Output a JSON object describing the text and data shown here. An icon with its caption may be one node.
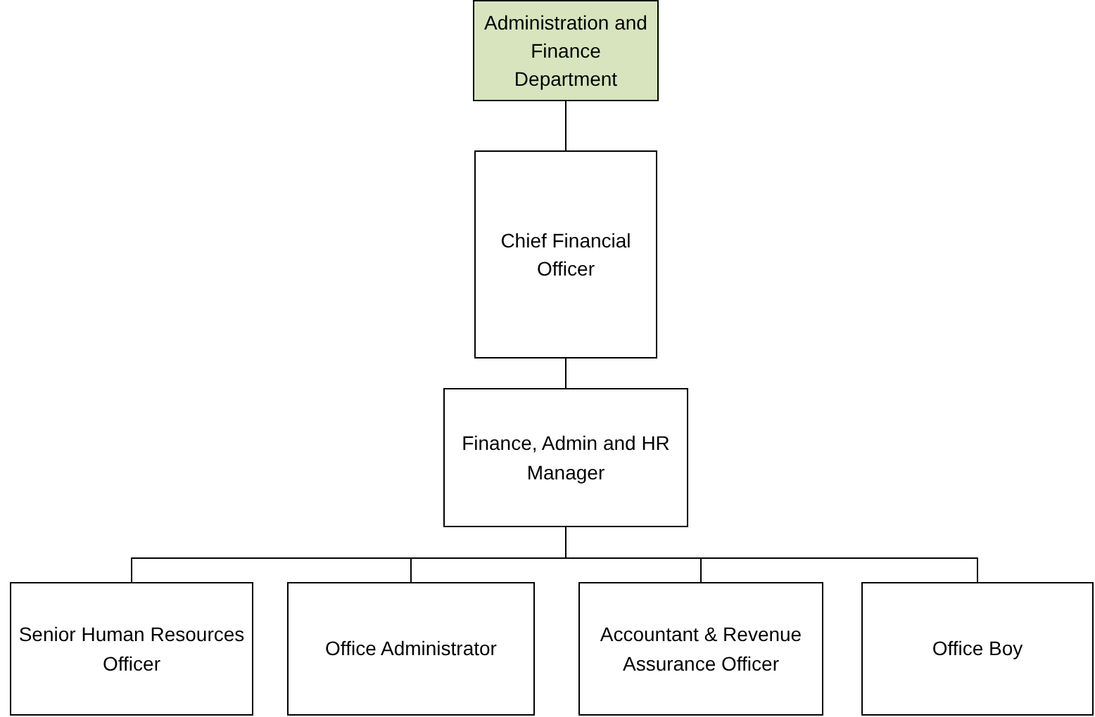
{
  "diagram": {
    "nodes": [
      {
        "text": [
          "Administration and Finance Department"
        ]
      },
      {
        "text": [
          "Chief Financial Officer"
        ]
      },
      {
        "text": [
          "Finance, Admin and HR Manager"
        ]
      },
      {
        "text": [
          "Senior Human Resources Officer"
        ]
      },
      {
        "text": [
          "Office Administrator"
        ]
      },
      {
        "text": [
          "Accountant & Revenue Assurance Officer"
        ]
      },
      {
        "text": [
          "Office Boy"
        ]
      }
    ],
    "edges": [
      {
        "from": 0,
        "to": 1,
        "arrow": "none"
      },
      {
        "from": 1,
        "to": 2,
        "arrow": "none"
      },
      {
        "from": 2,
        "to": 3,
        "arrow": "none"
      },
      {
        "from": 2,
        "to": 4,
        "arrow": "none"
      },
      {
        "from": 2,
        "to": 5,
        "arrow": "none"
      },
      {
        "from": 2,
        "to": 6,
        "arrow": "none"
      }
    ]
  }
}
